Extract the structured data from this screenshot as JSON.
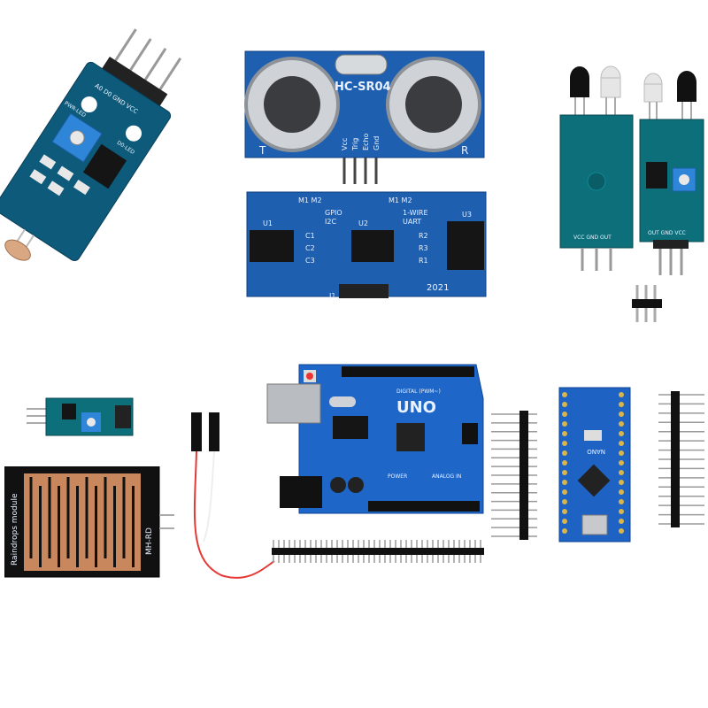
{
  "photo_description_hidden": "",
  "modules": {
    "ldr": {
      "labels": [
        "A0",
        "D0",
        "GND",
        "VCC"
      ],
      "led1": "PWR-LED",
      "led2": "D0-LED"
    },
    "ultrasonic_front": {
      "model": "HC-SR04",
      "pins": [
        "Vcc",
        "Trig",
        "Echo",
        "Gnd"
      ],
      "t": "T",
      "r": "R"
    },
    "ultrasonic_back": {
      "left_header": "M1 M2",
      "gpio": "GPIO",
      "i2c": "I2C",
      "right_header": "M1 M2",
      "one_wire": "1-WIRE",
      "uart": "UART",
      "u1": "U1",
      "u2": "U2",
      "u3": "U3",
      "c1": "C1",
      "c2": "C2",
      "c3": "C3",
      "r2": "R2",
      "r3": "R3",
      "r1": "R1",
      "year": "2021",
      "j1": "J1"
    },
    "ir_back": {
      "pins": "VCC GND OUT"
    },
    "ir_front": {
      "pins": "OUT GND VCC"
    },
    "rain_sensor": {
      "label": "Raindrops module",
      "side": "MH-RD"
    },
    "uno": {
      "label": "UNO",
      "digital": "DIGITAL (PWM~)",
      "power": "POWER",
      "analog": "ANALOG IN"
    },
    "nano": {
      "label": "NANO"
    }
  }
}
